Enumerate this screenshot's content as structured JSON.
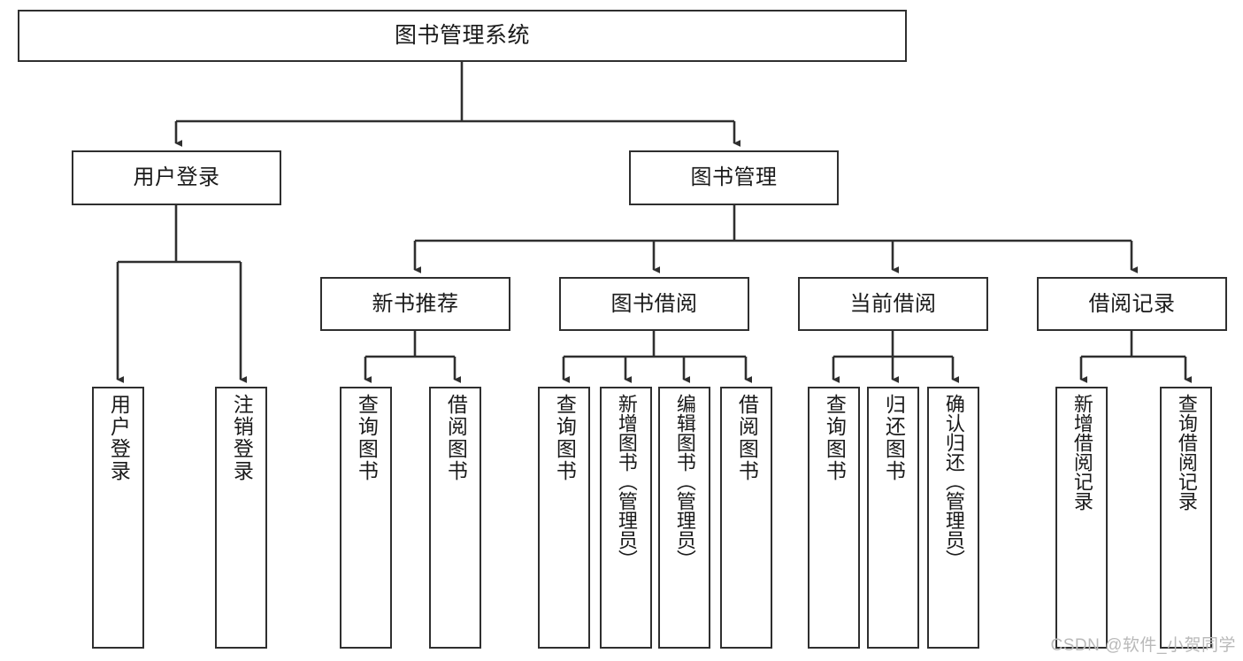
{
  "diagram": {
    "title": "图书管理系统",
    "type": "hierarchy-tree",
    "colors": {
      "stroke": "#2f2f2f",
      "fill": "#ffffff",
      "text": "#1a1a1a",
      "watermark": "#b9b9b9"
    },
    "levels": {
      "root": {
        "label": "图书管理系统"
      },
      "level2": [
        {
          "label": "用户登录"
        },
        {
          "label": "图书管理"
        }
      ],
      "level3": [
        {
          "label": "新书推荐"
        },
        {
          "label": "图书借阅"
        },
        {
          "label": "当前借阅"
        },
        {
          "label": "借阅记录"
        }
      ],
      "leaves": {
        "user_login": [
          {
            "label": "用户登录"
          },
          {
            "label": "注销登录"
          }
        ],
        "new_book_recommend": [
          {
            "label": "查询图书"
          },
          {
            "label": "借阅图书"
          }
        ],
        "book_borrow": [
          {
            "label": "查询图书"
          },
          {
            "label": "新增图书（管理员）"
          },
          {
            "label": "编辑图书（管理员）"
          },
          {
            "label": "借阅图书"
          }
        ],
        "current_borrow": [
          {
            "label": "查询图书"
          },
          {
            "label": "归还图书"
          },
          {
            "label": "确认归还（管理员）"
          }
        ],
        "borrow_record": [
          {
            "label": "新增借阅记录"
          },
          {
            "label": "查询借阅记录"
          }
        ]
      }
    }
  },
  "watermark": {
    "text": "CSDN @软件_小贺同学"
  }
}
